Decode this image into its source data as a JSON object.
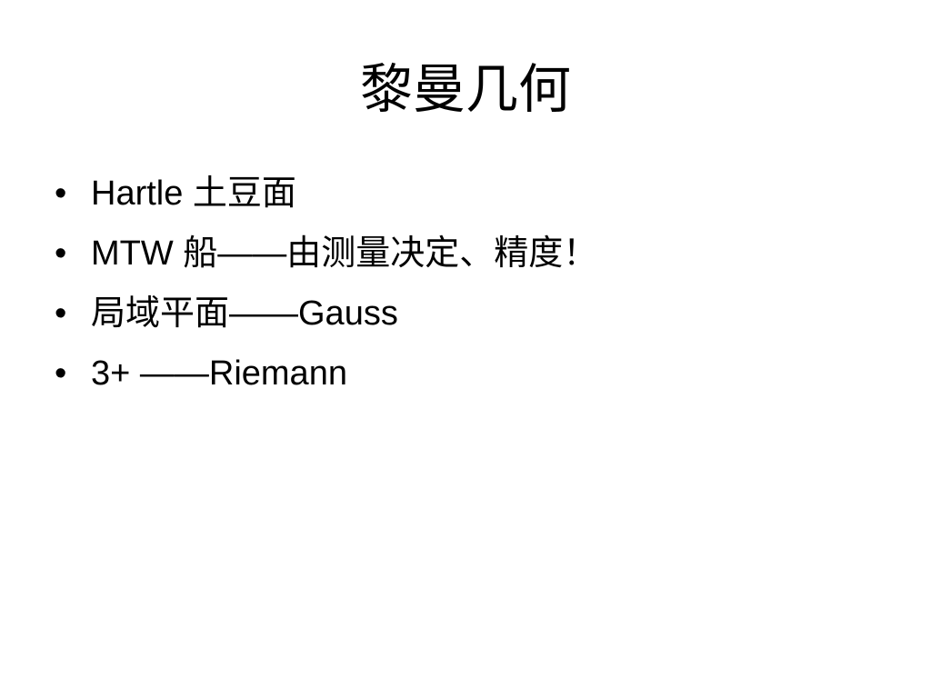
{
  "slide": {
    "title": "黎曼几何",
    "bullet_symbol": "•",
    "bullets": [
      "Hartle 土豆面",
      "MTW 船——由测量决定、精度！",
      "局域平面——Gauss",
      "3+ ——Riemann"
    ]
  }
}
